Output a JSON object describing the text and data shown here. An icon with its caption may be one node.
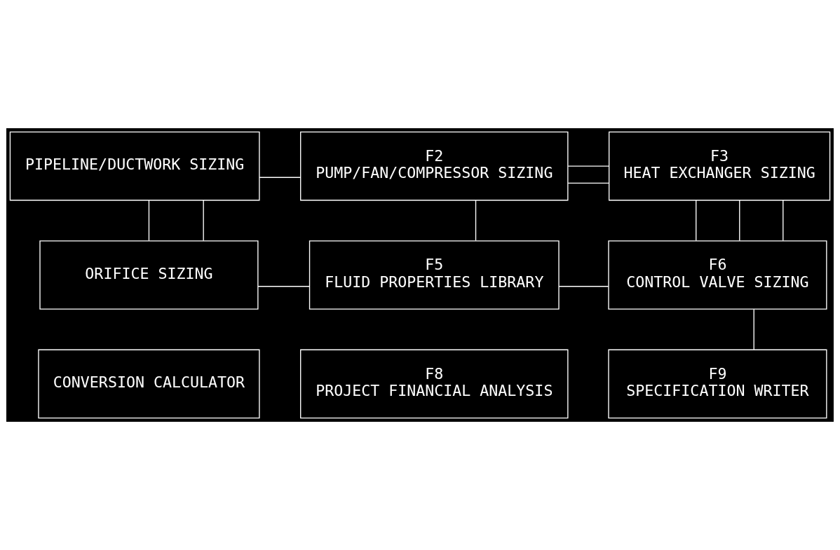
{
  "diagram": {
    "nodes": [
      {
        "text": [
          "PIPELINE/DUCTWORK SIZING"
        ]
      },
      {
        "text": [
          "F2",
          "PUMP/FAN/COMPRESSOR SIZING"
        ]
      },
      {
        "text": [
          "F3",
          "HEAT EXCHANGER SIZING"
        ]
      },
      {
        "text": [
          "ORIFICE SIZING"
        ]
      },
      {
        "text": [
          "F5",
          "FLUID PROPERTIES LIBRARY"
        ]
      },
      {
        "text": [
          "F6",
          "CONTROL VALVE SIZING"
        ]
      },
      {
        "text": [
          "CONVERSION CALCULATOR"
        ]
      },
      {
        "text": [
          "F8",
          "PROJECT FINANCIAL ANALYSIS"
        ]
      },
      {
        "text": [
          "F9",
          "SPECIFICATION WRITER"
        ]
      }
    ],
    "edges": [
      {
        "from": 1,
        "to": 2,
        "arrow": "none"
      },
      {
        "from": 0,
        "to": 1,
        "arrow": "none"
      },
      {
        "from": 1,
        "to": 2,
        "arrow": "none"
      },
      {
        "from": 0,
        "to": 3,
        "arrow": "none"
      },
      {
        "from": 0,
        "to": 3,
        "arrow": "none"
      },
      {
        "from": 1,
        "to": 4,
        "arrow": "none"
      },
      {
        "from": 2,
        "to": 5,
        "arrow": "none"
      },
      {
        "from": 2,
        "to": 5,
        "arrow": "none"
      },
      {
        "from": 2,
        "to": 5,
        "arrow": "none"
      },
      {
        "from": 3,
        "to": 4,
        "arrow": "none"
      },
      {
        "from": 4,
        "to": 5,
        "arrow": "none"
      },
      {
        "from": 5,
        "to": 8,
        "arrow": "none"
      }
    ]
  }
}
